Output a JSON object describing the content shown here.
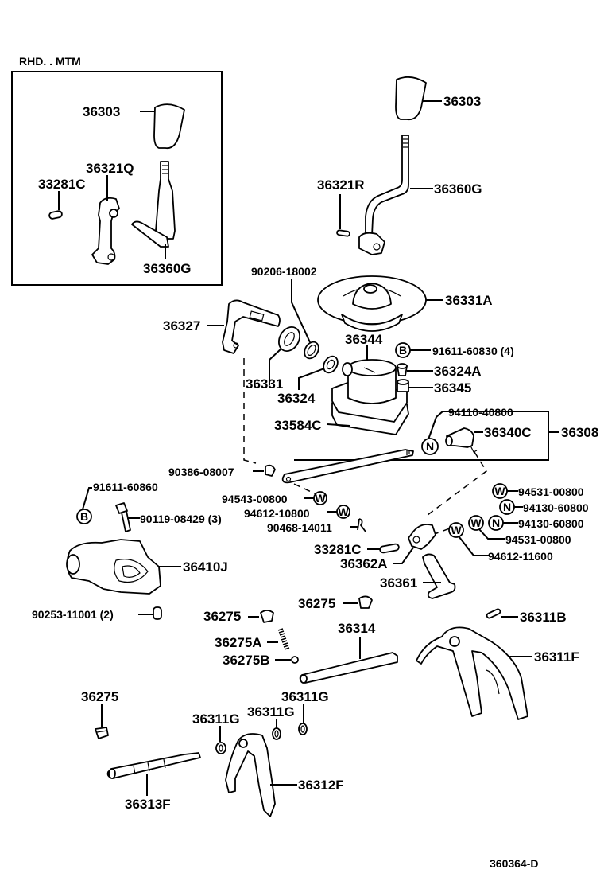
{
  "diagram": {
    "inset_title": "RHD. . MTM",
    "drawing_number": "360364-D",
    "symbols": {
      "bolt": "B",
      "nut": "N",
      "washer": "W"
    },
    "inset_parts": {
      "knob": "36303",
      "pin": "33281C",
      "lever_retainer": "36321Q",
      "shift_lever": "36360G"
    },
    "parts": {
      "knob": "36303",
      "lever_pin": "36321R",
      "shift_lever": "36360G",
      "seal_90206": "90206-18002",
      "boot": "36331A",
      "lever_36327": "36327",
      "seat_36344": "36344",
      "bolt_91611_60830": "91611-60830 (4)",
      "bushing_36324A": "36324A",
      "bushing_36345": "36345",
      "seal_36331": "36331",
      "seal_36324": "36324",
      "retainer_33584C": "33584C",
      "nut_94110": "94110-40800",
      "joint_36340C": "36340C",
      "assy_36308": "36308",
      "clip_90386": "90386-08007",
      "bolt_91611_60860": "91611-60860",
      "washer_94543": "94543-00800",
      "washer_94531_a": "94531-00800",
      "nut_94130_a": "94130-60800",
      "bolt_90119": "90119-08429 (3)",
      "washer_94612_10800": "94612-10800",
      "pin_90468": "90468-14011",
      "nut_94130_b": "94130-60800",
      "washer_94531_b": "94531-00800",
      "pin_33281C": "33281C",
      "lever_36362A": "36362A",
      "washer_94612_11600": "94612-11600",
      "housing_36410J": "36410J",
      "shaft_36361": "36361",
      "plug_90253": "90253-11001 (2)",
      "plug_36275_a": "36275",
      "plug_36275_b": "36275",
      "clip_36311B": "36311B",
      "spring_36275A": "36275A",
      "shaft_36314": "36314",
      "fork_36311F": "36311F",
      "ball_36275B": "36275B",
      "plug_36275_c": "36275",
      "ring_36311G_a": "36311G",
      "ring_36311G_b": "36311G",
      "ring_36311G_c": "36311G",
      "shaft_36313F": "36313F",
      "fork_36312F": "36312F"
    }
  }
}
